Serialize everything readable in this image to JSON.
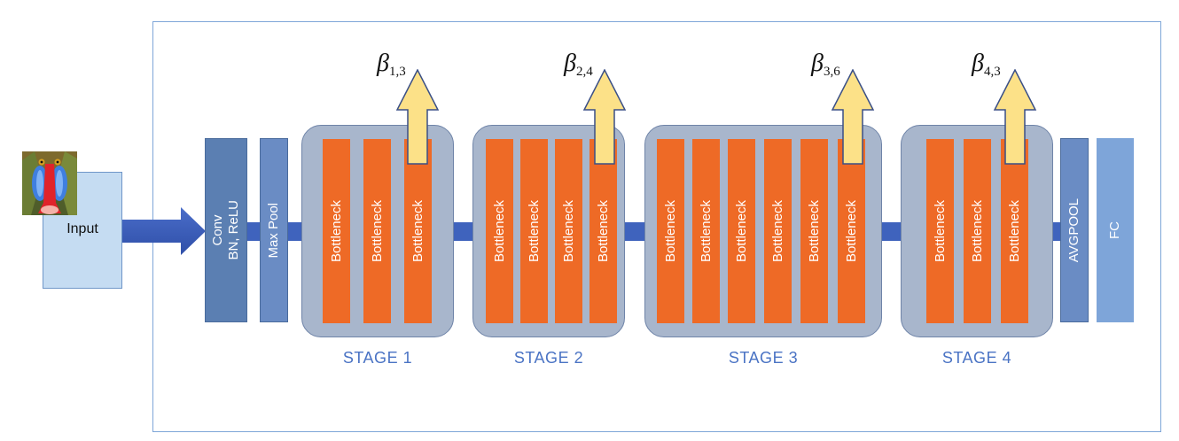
{
  "diagram": {
    "input": {
      "label": "Input",
      "image_icon": "mandrill-photo-icon"
    },
    "stem": {
      "conv_label": "Conv\nBN, ReLU",
      "maxpool_label": "Max Pool"
    },
    "stages": [
      {
        "label": "STAGE 1",
        "block_label": "Bottleneck",
        "blocks": 3,
        "beta_symbol": "β",
        "beta_sub": "1,3"
      },
      {
        "label": "STAGE 2",
        "block_label": "Bottleneck",
        "blocks": 4,
        "beta_symbol": "β",
        "beta_sub": "2,4"
      },
      {
        "label": "STAGE 3",
        "block_label": "Bottleneck",
        "blocks": 6,
        "beta_symbol": "β",
        "beta_sub": "3,6"
      },
      {
        "label": "STAGE 4",
        "block_label": "Bottleneck",
        "blocks": 3,
        "beta_symbol": "β",
        "beta_sub": "4,3"
      }
    ],
    "head": {
      "avgpool_label": "AVGPOOL",
      "fc_label": "FC"
    },
    "colors": {
      "frame": "#7ea6d8",
      "bottleneck": "#ee6a26",
      "stage_bg": "#a8b6cc",
      "beta_arrow": "#fce188",
      "connector": "#3f63bd",
      "stage_label": "#4a73c4"
    }
  }
}
